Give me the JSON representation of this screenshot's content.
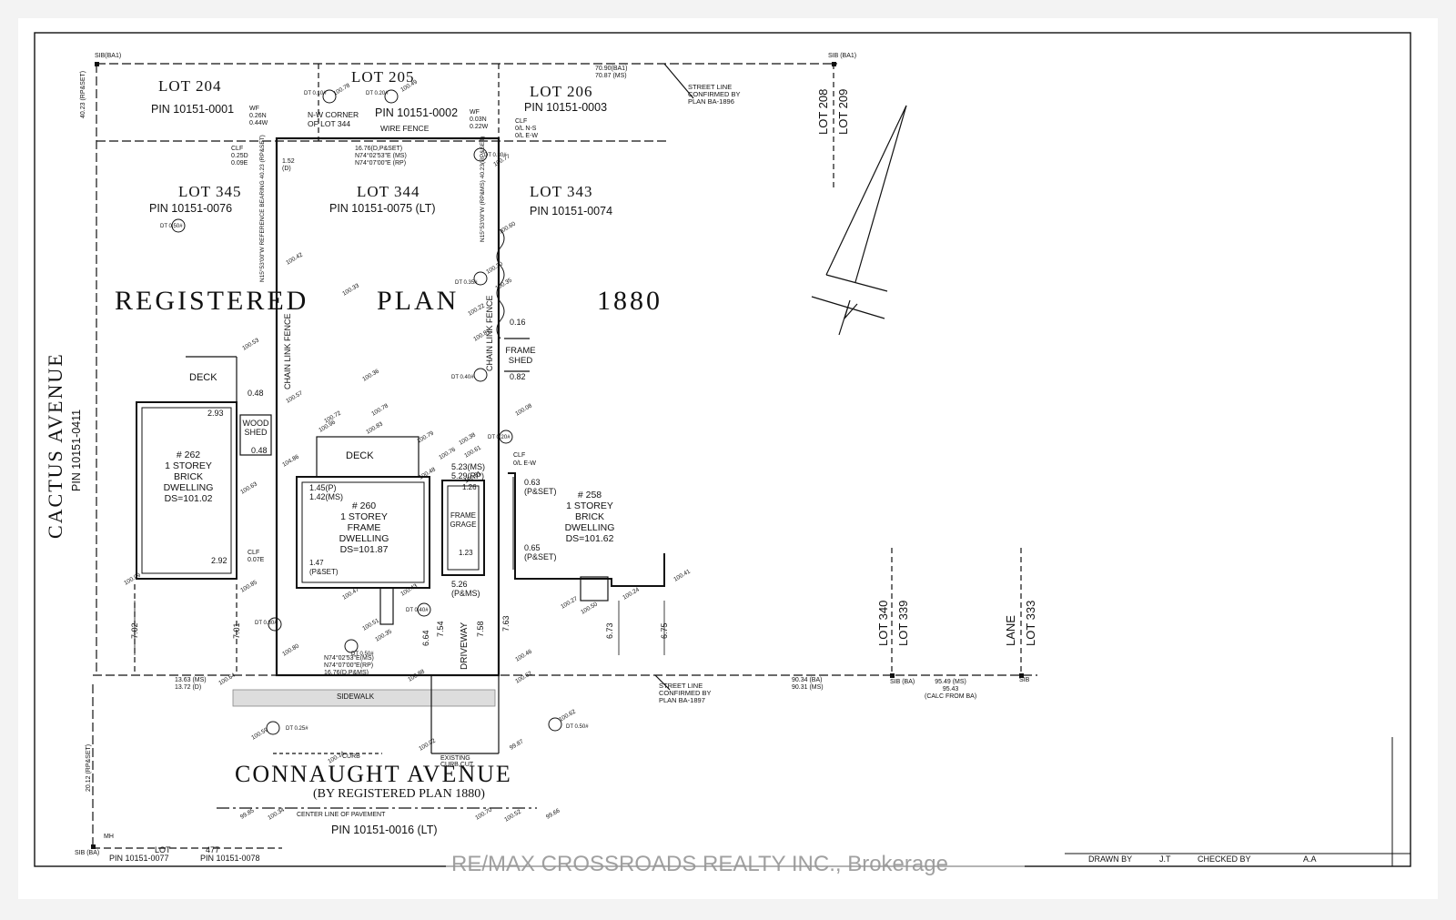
{
  "plan_title": {
    "registered": "REGISTERED",
    "plan": "PLAN",
    "number": "1880"
  },
  "lots": {
    "lot204": {
      "label": "LOT 204",
      "pin": "PIN 10151-0001"
    },
    "lot205": {
      "label": "LOT 205",
      "pin": "PIN 10151-0002"
    },
    "lot206": {
      "label": "LOT 206",
      "pin": "PIN 10151-0003"
    },
    "lot345": {
      "label": "LOT 345",
      "pin": "PIN 10151-0076"
    },
    "lot344": {
      "label": "LOT 344",
      "pin": "PIN 10151-0075 (LT)"
    },
    "lot343": {
      "label": "LOT 343",
      "pin": "PIN 10151-0074"
    },
    "lot208": "LOT 208",
    "lot209": "LOT 209",
    "lot340": "LOT 340",
    "lot339": "LOT 339",
    "lane": "LANE",
    "lot333": "LOT 333"
  },
  "streets": {
    "cactus": "CACTUS AVENUE",
    "cactus_pin": "PIN 10151-0411",
    "connaught": "CONNAUGHT AVENUE",
    "connaught_sub": "(BY REGISTERED PLAN 1880)",
    "connaught_pin": "PIN 10151-0016 (LT)",
    "sidewalk": "SIDEWALK",
    "curb": "CURB",
    "existing_curb": "EXISTING CURB CUT",
    "centerline": "CENTER LINE OF PAVEMENT",
    "driveway": "DRIVEWAY"
  },
  "dwellings": {
    "d262": [
      "# 262",
      "1 STOREY",
      "BRICK",
      "DWELLING",
      "DS=101.02"
    ],
    "d260": [
      "# 260",
      "1 STOREY",
      "FRAME",
      "DWELLING",
      "DS=101.87"
    ],
    "d258": [
      "# 258",
      "1 STOREY",
      "BRICK",
      "DWELLING",
      "DS=101.62"
    ]
  },
  "structures": {
    "deck": "DECK",
    "wood_shed": [
      "WOOD",
      "SHED"
    ],
    "frame_shed": [
      "FRAME",
      "SHED"
    ],
    "frame_garage": [
      "FRAME",
      "GRAGE"
    ],
    "chain_link_fence": "CHAIN LINK FENCE",
    "wire_fence": "WIRE FENCE",
    "nw_corner": [
      "N-W CORNER",
      "OF LOT 344"
    ]
  },
  "street_lines": {
    "top": [
      "STREET LINE",
      "CONFIRMED BY",
      "PLAN BA-1896"
    ],
    "bottom": [
      "STREET LINE",
      "CONFIRMED BY",
      "PLAN BA-1897"
    ]
  },
  "dimensions": {
    "top_70": [
      "70.90(BA1)",
      "70.87 (MS)"
    ],
    "north_16": [
      "16.76(D,P&SET)",
      "N74°02'53\"E (MS)",
      "N74°07'00\"E (RP)"
    ],
    "south_16": [
      "N74°02'53\"E(MS)",
      "N74°07'00\"E(RP)",
      "16.76(D,P&MS)"
    ],
    "bottom_13": [
      "13.63 (MS)",
      "13.72 (D)"
    ],
    "bottom_90": [
      "90.34 (BA)",
      "90.31 (MS)"
    ],
    "bottom_95": [
      "95.49 (MS)",
      "95.43",
      "(CALC FROM BA)"
    ],
    "left_40": "40.23 (RP&SET)",
    "left_20": "20.12 (RP&SET)",
    "east_bearing": "N15°53'00\"W (RP&MS) 40.23(RP&SET)",
    "west_bearing": "N15°53'00\"W REFERENCE BEARING 40.23 (RP&SET)",
    "wf_a": [
      "WF",
      "0.26N",
      "0.44W"
    ],
    "wf_b": [
      "WF",
      "0.03N",
      "0.22W"
    ],
    "clf_a": [
      "CLF",
      "0.25D",
      "0.09E"
    ],
    "clf_b": [
      "CLF",
      "0/L N-S",
      "0/L E-W"
    ],
    "clf_c": [
      "CLF",
      "0/L E-W"
    ],
    "clf_d": [
      "CLF",
      "0.07E"
    ],
    "d152": [
      "1.52",
      "(D)"
    ],
    "d145": [
      "1.45(P)",
      "1.42(MS)"
    ],
    "d147": [
      "1.47",
      "(P&SET)"
    ],
    "d523": [
      "5.23(MS)",
      "5.29(RP)"
    ],
    "d526": [
      "5.26",
      "(P&MS)"
    ],
    "d063": [
      "0.63",
      "(P&SET)"
    ],
    "d065": [
      "0.65",
      "(P&SET)"
    ],
    "d016": "0.16",
    "d082": "0.82",
    "d048a": "0.48",
    "d048b": "0.48",
    "d293": "2.93",
    "d292": "2.92",
    "d123": "1.23",
    "d126": "1.26",
    "d702": "7.02",
    "d701": "7.01",
    "d664": "6.64",
    "d754": "7.54",
    "d758": "7.58",
    "d763": "7.63",
    "d673": "6.73",
    "d675": "6.75"
  },
  "elevations": [
    "100.78",
    "100.49",
    "100.53",
    "100.42",
    "100.57",
    "100.33",
    "100.22",
    "100.36",
    "100.78",
    "100.72",
    "100.96",
    "100.83",
    "100.79",
    "100.76",
    "100.38",
    "100.61",
    "100.81",
    "104.86",
    "100.48",
    "100.63",
    "100.47",
    "100.43",
    "100.35",
    "100.51",
    "100.80",
    "100.88",
    "100.62",
    "100.46",
    "100.27",
    "100.50",
    "100.24",
    "100.41",
    "100.59",
    "100.70",
    "100.14",
    "100.02",
    "99.87",
    "99.85",
    "100.34",
    "100.52",
    "99.66",
    "100.08",
    "100.35",
    "100.60",
    "100.77",
    "100.30",
    "100.81",
    "100.62",
    "100.64",
    "100.85",
    "100.09"
  ],
  "trees": [
    "DT 0.10#",
    "DT 0.20#",
    "DT 0.30#",
    "DT 0.50#",
    "DT 0.35#",
    "DT 0.40#",
    "DT 0.20#",
    "DT 0.30#",
    "DT 0.40#",
    "DT 0.50#",
    "DT 0.25#",
    "DT 0.50#"
  ],
  "survey_markers": {
    "sib_ba1_a": "SIB(BA1)",
    "sib_ba1_b": "SIB (BA1)",
    "sib_ba_a": "SIB (BA)",
    "sib_ba_b": "SIB (BA)",
    "sib": "SIB",
    "mh": "MH"
  },
  "bottom_left": {
    "lot": "LOT",
    "lot_num": "477",
    "pin_a": "PIN 10151-0077",
    "pin_b": "PIN 10151-0078"
  },
  "title_block": {
    "drawn_by": "DRAWN BY",
    "drawn_val": "J.T",
    "checked_by": "CHECKED BY",
    "checked_val": "A.A"
  },
  "watermark": "RE/MAX CROSSROADS REALTY INC., Brokerage"
}
